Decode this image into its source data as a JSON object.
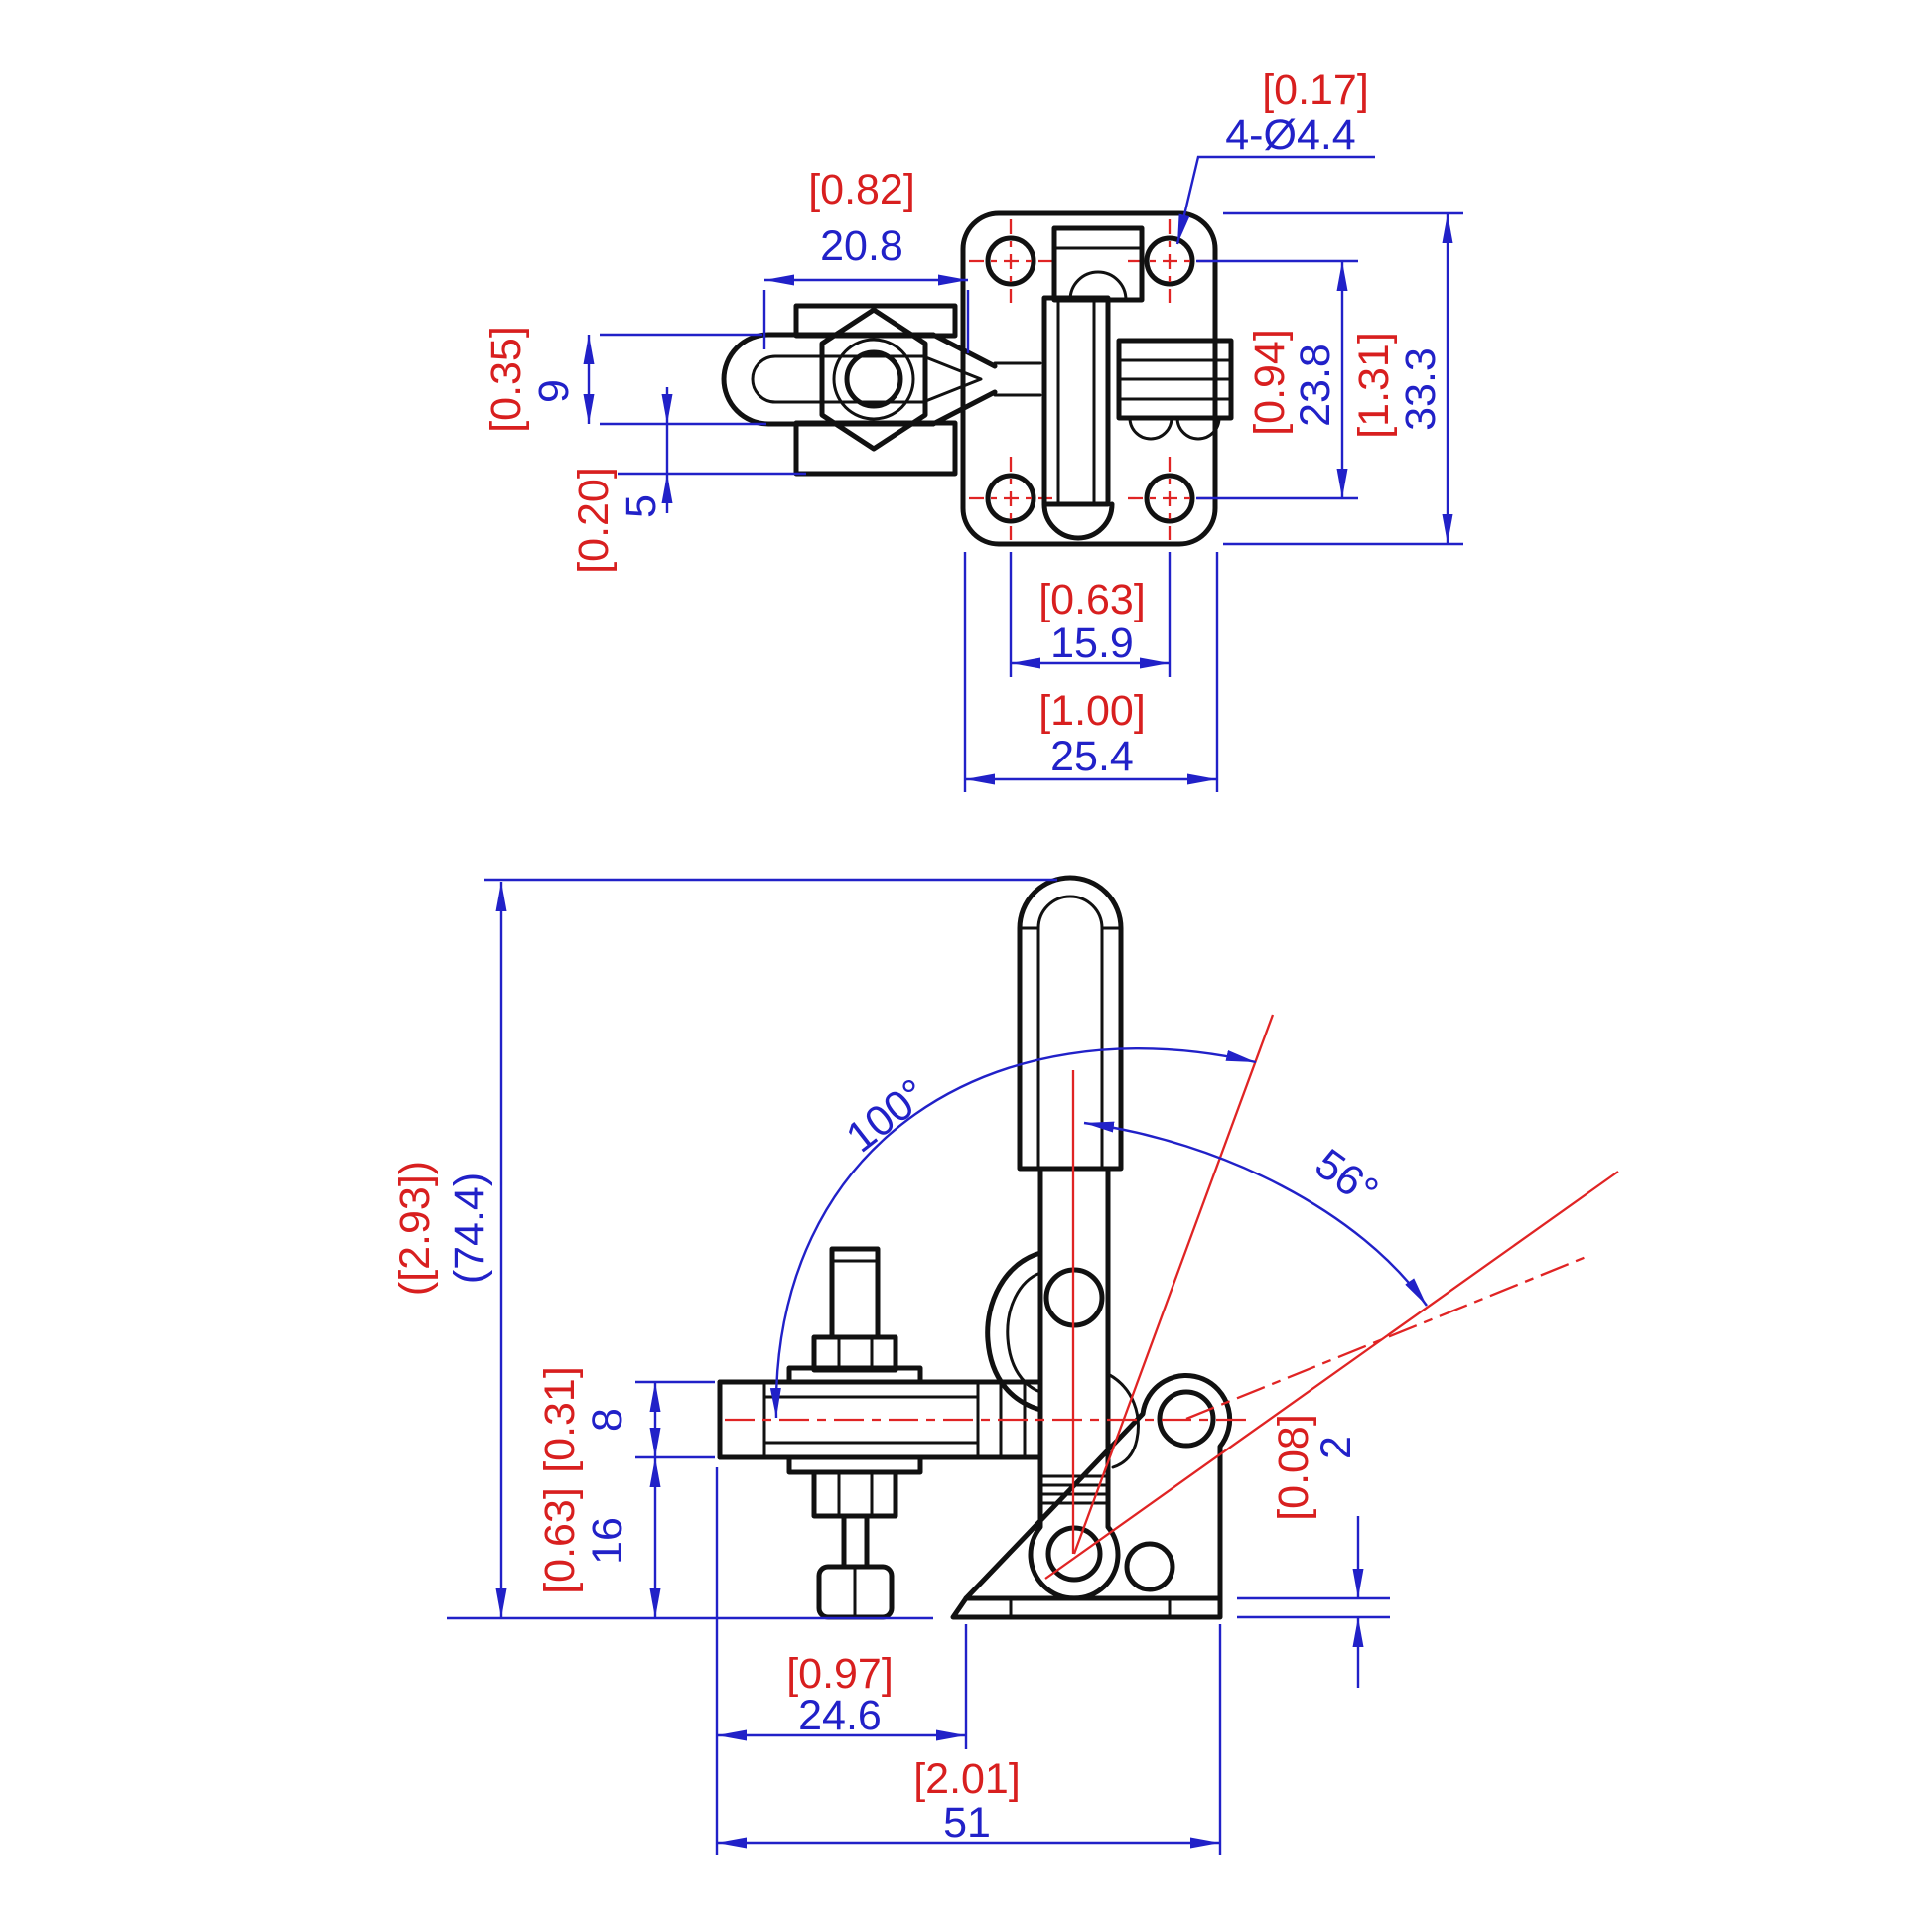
{
  "drawing_type": "toggle clamp 2-view dimensioned engineering drawing",
  "colors": {
    "geometry": "#111111",
    "dimension_mm": "#2121c8",
    "dimension_inch": "#d81f1f",
    "centerline": "#e02424",
    "background": "#ffffff"
  },
  "views": {
    "top": {
      "dims": {
        "hole_note": {
          "inch": "[0.17]",
          "mm": "4-Ø4.4"
        },
        "arm_offset": {
          "inch": "[0.82]",
          "mm": "20.8"
        },
        "arm_width": {
          "inch": "[0.35]",
          "mm": "9"
        },
        "flange_drop": {
          "inch": "[0.20]",
          "mm": "5"
        },
        "hole_spacing_y": {
          "inch": "[0.94]",
          "mm": "23.8"
        },
        "plate_height": {
          "inch": "[1.31]",
          "mm": "33.3"
        },
        "hole_spacing_x": {
          "inch": "[0.63]",
          "mm": "15.9"
        },
        "plate_width": {
          "inch": "[1.00]",
          "mm": "25.4"
        }
      }
    },
    "front": {
      "dims": {
        "overall_height": {
          "inch": "([2.93])",
          "mm": "(74.4)"
        },
        "handle_open_angle": {
          "value": "100°"
        },
        "arm_open_angle": {
          "value": "56°"
        },
        "bar_height": {
          "inch": "[0.31]",
          "mm": "8"
        },
        "bar_to_base": {
          "inch": "[0.63]",
          "mm": "16"
        },
        "base_thickness": {
          "inch": "[0.08]",
          "mm": "2"
        },
        "spindle_to_base": {
          "inch": "[0.97]",
          "mm": "24.6"
        },
        "overall_length": {
          "inch": "[2.01]",
          "mm": "51"
        }
      }
    }
  }
}
